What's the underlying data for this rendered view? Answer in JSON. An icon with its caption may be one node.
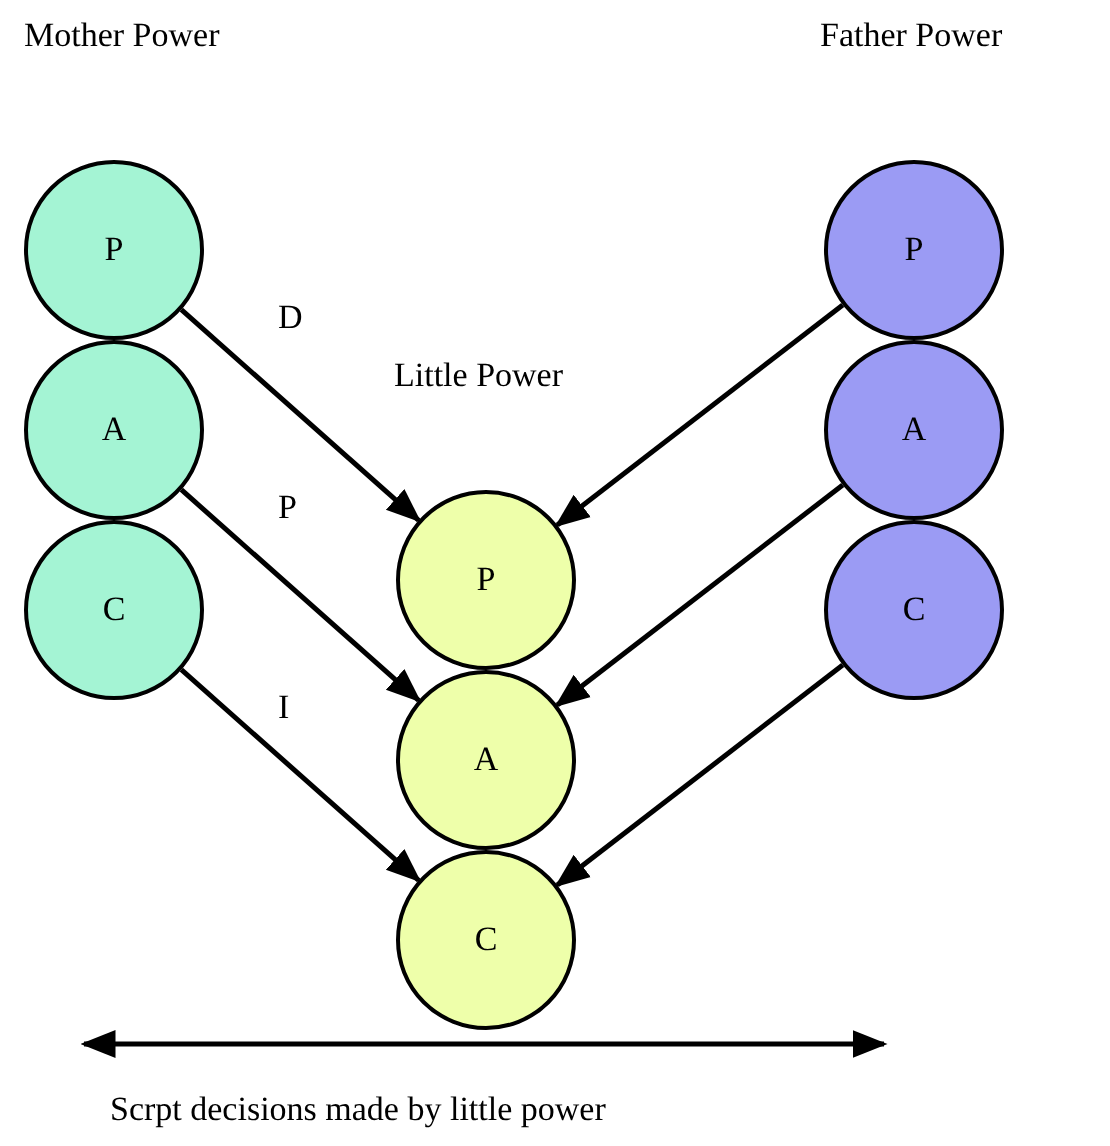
{
  "diagram": {
    "nodes": [
      {
        "text": [
          "P"
        ]
      },
      {
        "text": [
          "A"
        ]
      },
      {
        "text": [
          "C"
        ]
      },
      {
        "text": [
          "P"
        ]
      },
      {
        "text": [
          "A"
        ]
      },
      {
        "text": [
          "C"
        ]
      },
      {
        "text": [
          "P"
        ]
      },
      {
        "text": [
          "A"
        ]
      },
      {
        "text": [
          "C"
        ]
      }
    ],
    "edges": [
      {
        "from": 0,
        "to": 6,
        "arrow": "to",
        "label": "D"
      },
      {
        "from": 1,
        "to": 7,
        "arrow": "to",
        "label": "P"
      },
      {
        "from": 2,
        "to": 8,
        "arrow": "to",
        "label": "I"
      },
      {
        "from": 3,
        "to": 6,
        "arrow": "to"
      },
      {
        "from": 4,
        "to": 7,
        "arrow": "to"
      },
      {
        "from": 5,
        "to": 8,
        "arrow": "to"
      }
    ],
    "labels": [
      "Mother Power",
      "Father Power",
      "Little Power",
      "Scrpt decisions made by little power"
    ]
  }
}
